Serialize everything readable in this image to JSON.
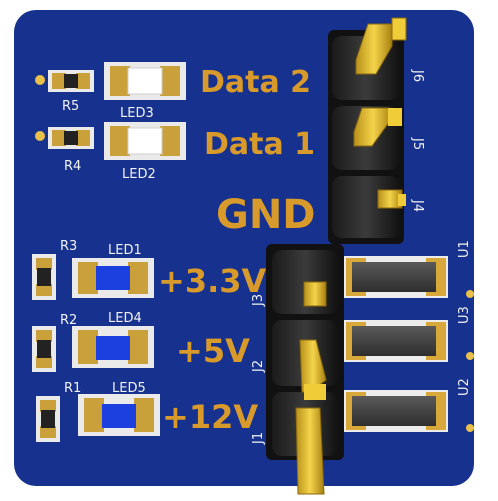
{
  "board": {
    "color": "#17318f",
    "labels": {
      "data2": "Data 2",
      "data1": "Data 1",
      "gnd": "GND",
      "v33": "+3.3V",
      "v5": "+5V",
      "v12": "+12V"
    },
    "designators": {
      "r5": "R5",
      "r4": "R4",
      "r3": "R3",
      "r2": "R2",
      "r1": "R1",
      "led3": "LED3",
      "led2": "LED2",
      "led1": "LED1",
      "led4": "LED4",
      "led5": "LED5",
      "j6": "J6",
      "j5": "J5",
      "j4": "J4",
      "j3": "J3",
      "j2": "J2",
      "j1": "J1",
      "u1": "U1",
      "u3": "U3",
      "u2": "U2"
    }
  }
}
